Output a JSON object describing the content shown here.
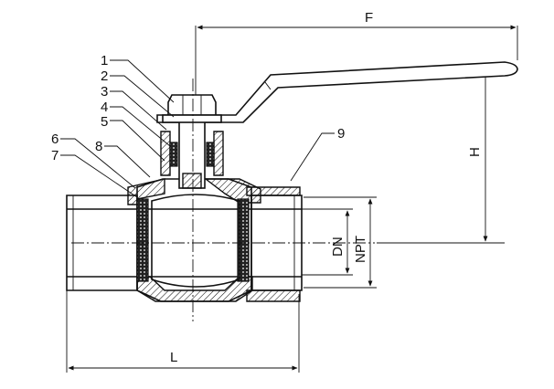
{
  "callouts": [
    "1",
    "2",
    "3",
    "4",
    "5",
    "6",
    "7",
    "8",
    "9"
  ],
  "dimensions": {
    "F": "F",
    "H": "H",
    "DN": "DN",
    "NPT": "NPT",
    "L": "L"
  }
}
